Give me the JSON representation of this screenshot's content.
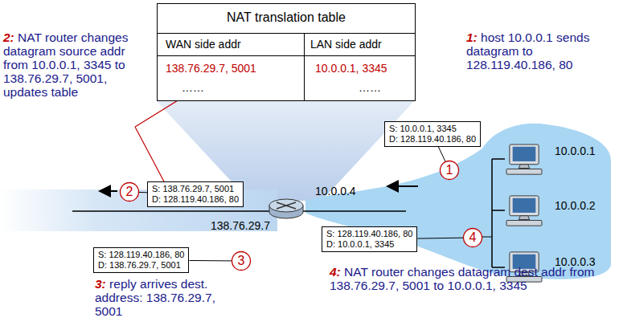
{
  "diagram": {
    "nodes": [
      {
        "text": [
          "NAT translation table"
        ]
      },
      {
        "text": [
          "S: 10.0.0.1, 3345",
          "D: 128.119.40.186, 80"
        ]
      },
      {
        "text": [
          "1"
        ]
      },
      {
        "text": [
          "S: 138.76.29.7, 5001",
          "D: 128.119.40.186, 80"
        ]
      },
      {
        "text": [
          "2"
        ]
      },
      {
        "text": [
          "S: 128.119.40.186, 80",
          "D: 138.76.29.7, 5001"
        ]
      },
      {
        "text": [
          "3"
        ]
      },
      {
        "text": [
          "S: 128.119.40.186, 80",
          "D: 10.0.0.1, 3345"
        ]
      },
      {
        "text": [
          "4"
        ]
      }
    ],
    "edges": [
      {
        "from": 1,
        "to": 2,
        "arrow": "none"
      },
      {
        "from": 3,
        "to": 4,
        "arrow": "none"
      },
      {
        "from": 5,
        "to": 6,
        "arrow": "none"
      },
      {
        "from": 7,
        "to": 8,
        "arrow": "none"
      }
    ],
    "labels": [
      "WAN side addr",
      "LAN side addr",
      "138.76.29.7, 5001",
      "10.0.0.1, 3345",
      "……",
      "……",
      "1:",
      "host 10.0.0.1 sends datagram to 128.119.40.186, 80",
      "2:",
      "NAT router changes datagram source addr from 10.0.0.1, 3345 to 138.76.29.7, 5001, updates table",
      "3:",
      "reply arrives dest. address: 138.76.29.7, 5001",
      "4:",
      "NAT router changes datagram dest addr from 138.76.29.7, 5001 to 10.0.0.1, 3345",
      "10.0.0.4",
      "138.76.29.7",
      "10.0.0.1",
      "10.0.0.2",
      "10.0.0.3"
    ]
  }
}
